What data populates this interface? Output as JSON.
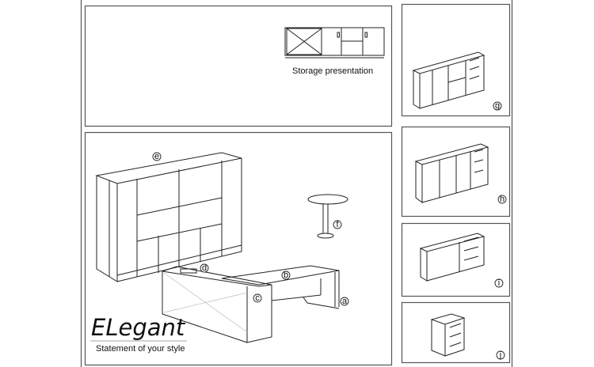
{
  "storage": {
    "caption": "Storage presentation"
  },
  "brand": {
    "title": "ELegant",
    "tagline": "Statement of your style"
  },
  "main_labels": [
    "a",
    "b",
    "c",
    "d",
    "e",
    "f"
  ],
  "side_panels": [
    {
      "label": "g"
    },
    {
      "label": "h"
    },
    {
      "label": "i"
    },
    {
      "label": "j"
    }
  ]
}
